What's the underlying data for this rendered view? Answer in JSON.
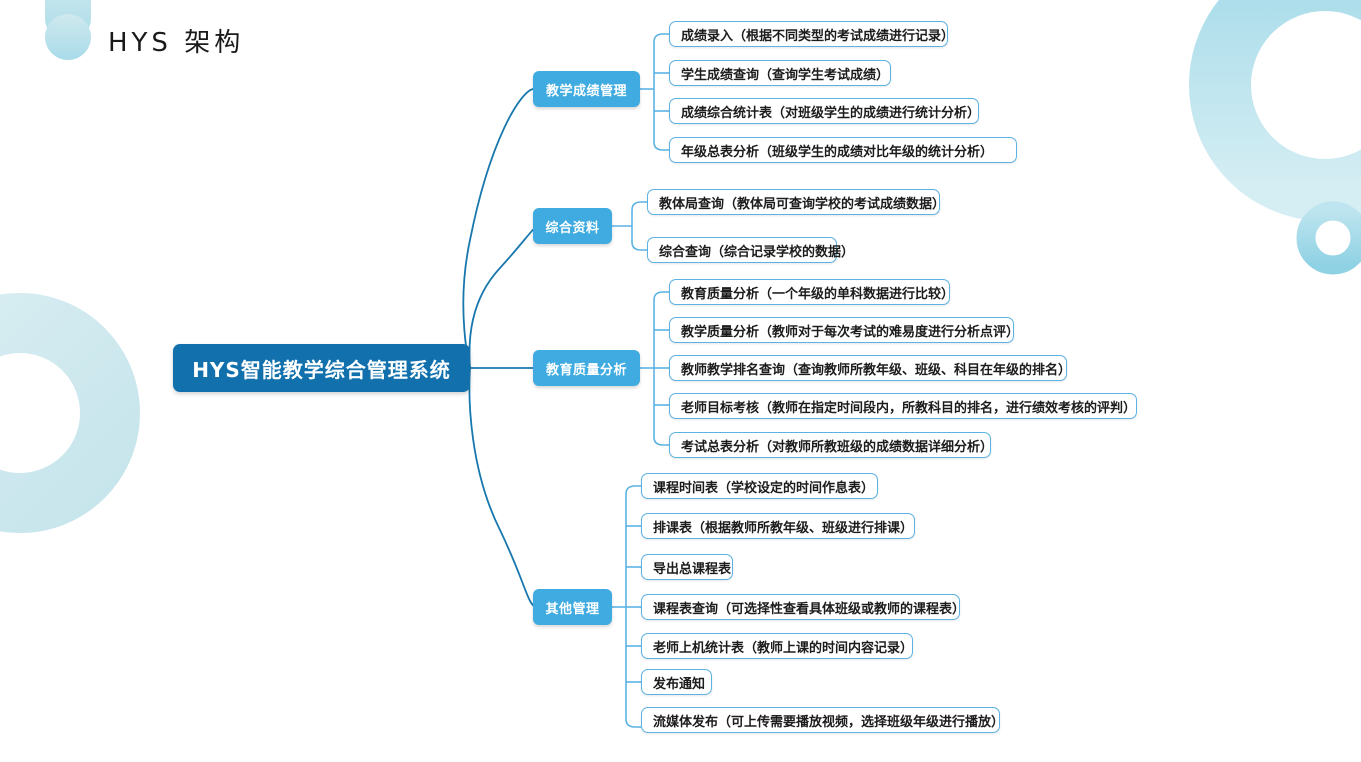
{
  "page": {
    "title": "HYS 架构",
    "accent_dark": "#1271ad",
    "accent_mid": "#3fabe0",
    "accent_light": "#b7e0ea",
    "leaf_border": "#5bb3e4",
    "link_color": "#1878ae"
  },
  "decorations": [
    {
      "name": "title-dot-top",
      "shape": "circle",
      "color": "#bfe3ea"
    },
    {
      "name": "title-dot-bottom",
      "shape": "circle",
      "color": "#a6dbe8"
    },
    {
      "name": "left-ring",
      "shape": "ring",
      "color": "#d3eaef"
    },
    {
      "name": "right-ring-large",
      "shape": "ring",
      "color": "#bfe3ec"
    },
    {
      "name": "right-ring-small",
      "shape": "ring",
      "color": "#a9dceb"
    }
  ],
  "mindmap": {
    "root": {
      "label": "HYS智能教学综合管理系统"
    },
    "branches": [
      {
        "label": "教学成绩管理",
        "leaves": [
          "成绩录入（根据不同类型的考试成绩进行记录）",
          "学生成绩查询（查询学生考试成绩）",
          "成绩综合统计表（对班级学生的成绩进行统计分析）",
          "年级总表分析（班级学生的成绩对比年级的统计分析）"
        ]
      },
      {
        "label": "综合资料",
        "leaves": [
          "教体局查询（教体局可查询学校的考试成绩数据）",
          "综合查询（综合记录学校的数据）"
        ]
      },
      {
        "label": "教育质量分析",
        "leaves": [
          "教育质量分析（一个年级的单科数据进行比较）",
          "教学质量分析（教师对于每次考试的难易度进行分析点评）",
          "教师教学排名查询（查询教师所教年级、班级、科目在年级的排名）",
          "老师目标考核（教师在指定时间段内，所教科目的排名，进行绩效考核的评判）",
          "考试总表分析（对教师所教班级的成绩数据详细分析）"
        ]
      },
      {
        "label": "其他管理",
        "leaves": [
          "课程时间表（学校设定的时间作息表）",
          "排课表（根据教师所教年级、班级进行排课）",
          "导出总课程表",
          "课程表查询（可选择性查看具体班级或教师的课程表）",
          "老师上机统计表（教师上课的时间内容记录）",
          "发布通知",
          "流媒体发布（可上传需要播放视频，选择班级年级进行播放）"
        ]
      }
    ]
  }
}
